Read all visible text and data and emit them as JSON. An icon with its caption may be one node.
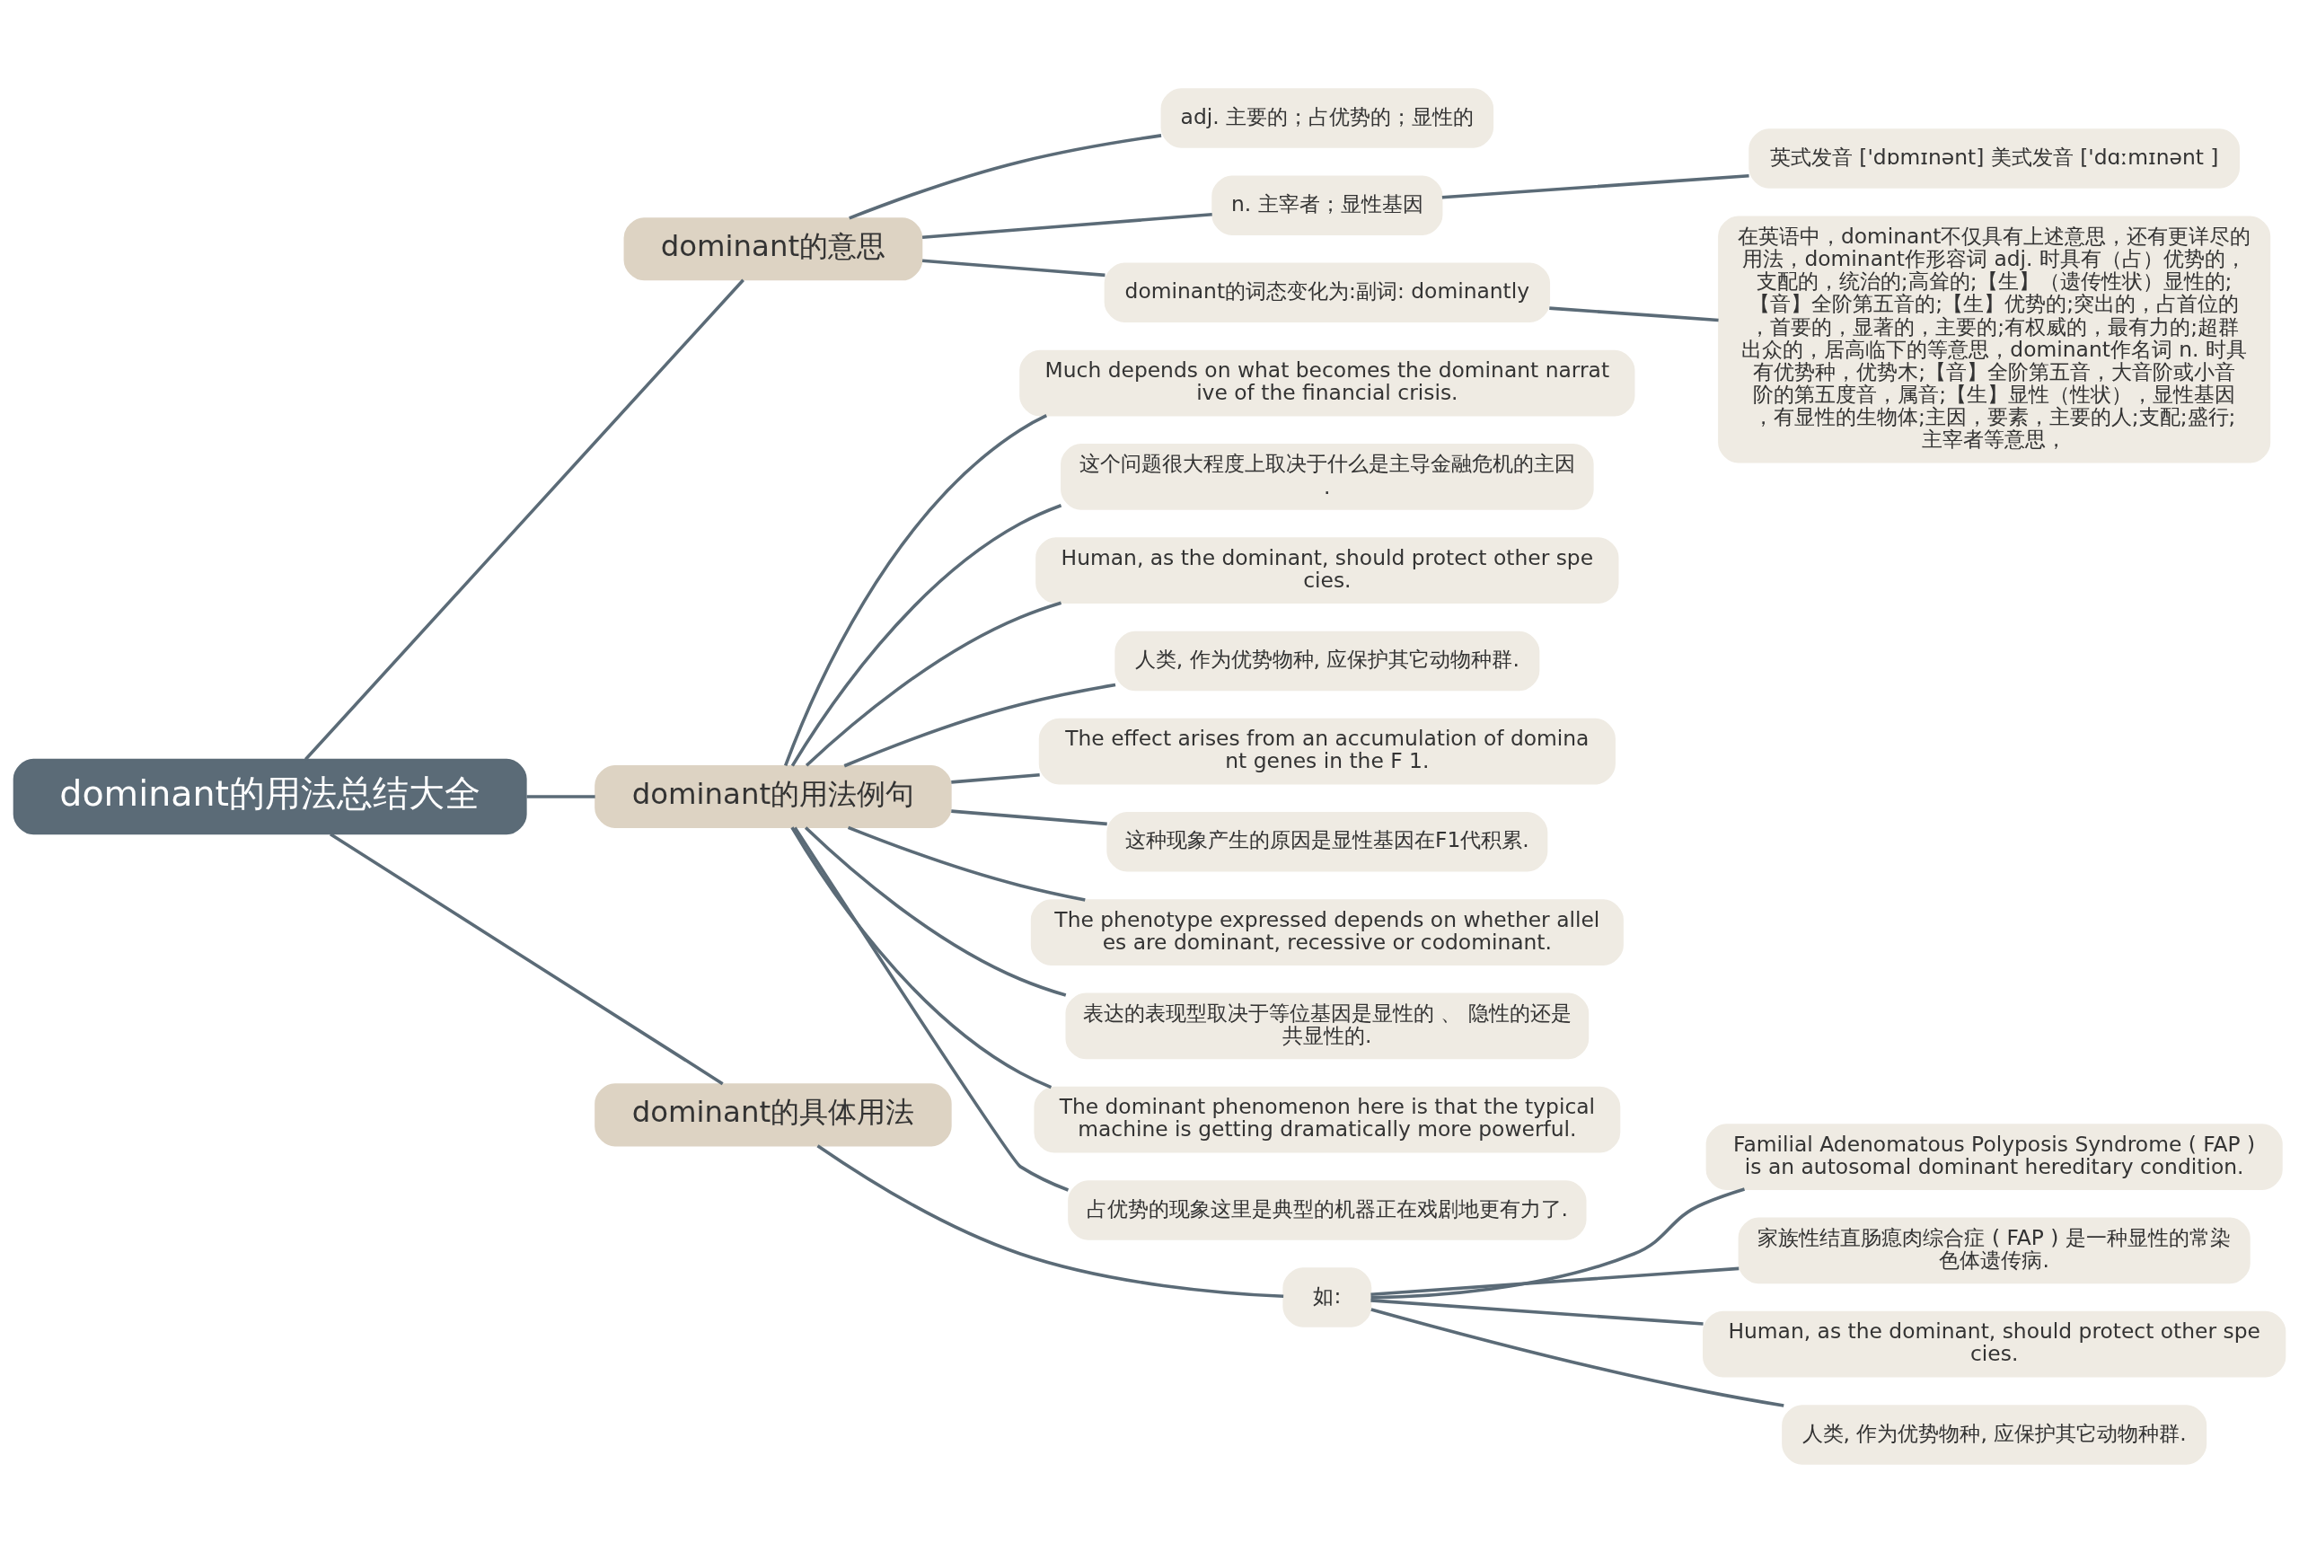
{
  "diagram": {
    "nodes": [
      {
        "text": [
          "dominant的用法总结大全"
        ]
      },
      {
        "text": [
          "dominant的意思"
        ]
      },
      {
        "text": [
          "adj. 主要的；占优势的；显性的"
        ]
      },
      {
        "text": [
          "n. 主宰者；显性基因"
        ]
      },
      {
        "text": [
          "英式发音 ['dɒmɪnənt] 美式发音 ['dɑːmɪnənt ]"
        ]
      },
      {
        "text": [
          "dominant的词态变化为:副词: dominantly"
        ]
      },
      {
        "text": [
          "在英语中，dominant不仅具有上述意思，还有更详尽的用法，dominant作形容词 adj. 时具有（占）优势的，支配的，统治的;高耸的;【生】（遗传性状）显性的;【音】全阶第五音的;【生】优势的;突出的，占首位的，首要的，显著的，主要的;有权威的，最有力的;超群出众的，居高临下的等意思，dominant作名词 n. 时具有优势种，优势木;【音】全阶第五音，大音阶或小音阶的第五度音，属音;【生】显性（性状），显性基因，有显性的生物体;主因，要素，主要的人;支配;盛行;主宰者等意思，"
        ]
      },
      {
        "text": [
          "dominant的用法例句"
        ]
      },
      {
        "text": [
          "Much depends on what becomes the dominant narrative of the financial crisis."
        ]
      },
      {
        "text": [
          "这个问题很大程度上取决于什么是主导金融危机的主因."
        ]
      },
      {
        "text": [
          "Human, as the dominant, should protect other species."
        ]
      },
      {
        "text": [
          "人类, 作为优势物种, 应保护其它动物种群."
        ]
      },
      {
        "text": [
          "The effect arises from an accumulation of dominant genes in the F 1."
        ]
      },
      {
        "text": [
          "这种现象产生的原因是显性基因在F1代积累."
        ]
      },
      {
        "text": [
          "The phenotype expressed depends on whether alleles are dominant, recessive or codominant."
        ]
      },
      {
        "text": [
          "表达的表现型取决于等位基因是显性的 、 隐性的还是共显性的."
        ]
      },
      {
        "text": [
          "The dominant phenomenon here is that the typical machine is getting dramatically more powerful."
        ]
      },
      {
        "text": [
          "占优势的现象这里是典型的机器正在戏剧地更有力了."
        ]
      },
      {
        "text": [
          "dominant的具体用法"
        ]
      },
      {
        "text": [
          "如:"
        ]
      },
      {
        "text": [
          "Familial Adenomatous Polyposis Syndrome ( FAP ) is an autosomal dominant hereditary condition."
        ]
      },
      {
        "text": [
          "家族性结直肠瘜肉综合症 ( FAP ) 是一种显性的常染色体遗传病."
        ]
      },
      {
        "text": [
          "Human, as the dominant, should protect other species."
        ]
      },
      {
        "text": [
          "人类, 作为优势物种, 应保护其它动物种群."
        ]
      }
    ],
    "edges": [
      {
        "from": 0,
        "to": 1,
        "arrow": "none"
      },
      {
        "from": 1,
        "to": 2,
        "arrow": "none"
      },
      {
        "from": 1,
        "to": 3,
        "arrow": "none"
      },
      {
        "from": 3,
        "to": 4,
        "arrow": "none"
      },
      {
        "from": 1,
        "to": 5,
        "arrow": "none"
      },
      {
        "from": 5,
        "to": 6,
        "arrow": "none"
      },
      {
        "from": 0,
        "to": 7,
        "arrow": "none"
      },
      {
        "from": 7,
        "to": 8,
        "arrow": "none"
      },
      {
        "from": 7,
        "to": 9,
        "arrow": "none"
      },
      {
        "from": 7,
        "to": 10,
        "arrow": "none"
      },
      {
        "from": 7,
        "to": 11,
        "arrow": "none"
      },
      {
        "from": 7,
        "to": 12,
        "arrow": "none"
      },
      {
        "from": 7,
        "to": 13,
        "arrow": "none"
      },
      {
        "from": 7,
        "to": 14,
        "arrow": "none"
      },
      {
        "from": 7,
        "to": 15,
        "arrow": "none"
      },
      {
        "from": 7,
        "to": 16,
        "arrow": "none"
      },
      {
        "from": 7,
        "to": 17,
        "arrow": "none"
      },
      {
        "from": 0,
        "to": 18,
        "arrow": "none"
      },
      {
        "from": 18,
        "to": 19,
        "arrow": "none"
      },
      {
        "from": 19,
        "to": 20,
        "arrow": "none"
      },
      {
        "from": 19,
        "to": 21,
        "arrow": "none"
      },
      {
        "from": 19,
        "to": 22,
        "arrow": "none"
      },
      {
        "from": 19,
        "to": 23,
        "arrow": "none"
      }
    ]
  }
}
